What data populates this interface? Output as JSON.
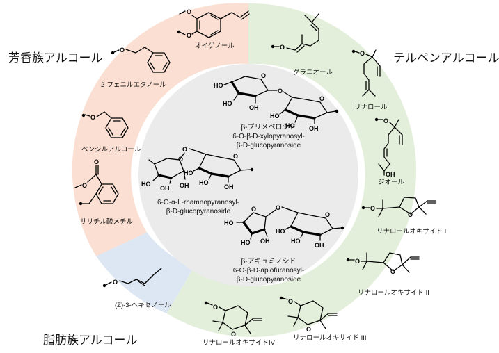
{
  "categories": {
    "aromatic": "芳香族アルコール",
    "terpene": "テルペンアルコール",
    "aliphatic": "脂肪族アルコール"
  },
  "compounds": {
    "eugenol": "オイゲノール",
    "phenylethanol": "2-フェニルエタノール",
    "benzyl_alcohol": "ベンジルアルコール",
    "methyl_salicylate": "サリチル酸メチル",
    "hexenol": "(Z)-3-ヘキセノール",
    "geraniol": "グラニオール",
    "linalool": "リナロール",
    "diol": "ジオール",
    "linalool_oxide_1": "リナロールオキサイド I",
    "linalool_oxide_2": "リナロールオキサイド II",
    "linalool_oxide_3": "リナロールオキサイド III",
    "linalool_oxide_4": "リナロールオキサイドIV"
  },
  "glycosides": {
    "primeveroside": {
      "name": "β-プリメベロシド",
      "line1": "6-O-β-D-xylopyranosyl-",
      "line2": "β-D-glucopyranoside"
    },
    "rutinoside": {
      "line1": "6-O-α-L-rhamnopyranosyl-",
      "line2": "β-D-glucopyranoside"
    },
    "acuminoside": {
      "name": "β-アキュミノシド",
      "line1": "6-O-β-D-apiofuranosyl-",
      "line2": "β-D-glucopyranoside"
    }
  },
  "atoms": {
    "oxygen": "O",
    "hydroxyl": "OH",
    "ring_oh": "HO"
  },
  "colors": {
    "aromatic": "#fadfd2",
    "terpene": "#e3efdb",
    "aliphatic": "#dce7f3",
    "center": "#ebebeb"
  }
}
